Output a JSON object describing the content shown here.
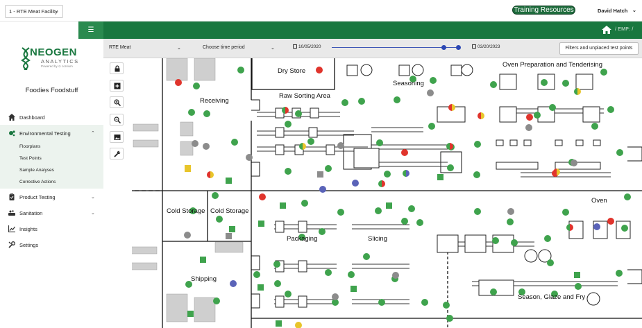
{
  "topbar": {
    "facility": "1 - RTE Meat Facility",
    "training_resources": "Training Resources",
    "user_name": "David Hatch"
  },
  "header": {
    "menu_icon": "hamburger-icon",
    "breadcrumb": "/   EMP:   /"
  },
  "sidebar": {
    "logo_word": "NEOGEN",
    "logo_sub": "ANALYTICS",
    "logo_tiny": "Powered by ⊙ corvium",
    "company": "Foodies Foodstuff",
    "nav": [
      {
        "label": "Dashboard",
        "icon": "home-icon"
      },
      {
        "label": "Environmental Testing",
        "icon": "microbe-icon"
      },
      {
        "label": "Product Testing",
        "icon": "clipboard-icon"
      },
      {
        "label": "Sanitation",
        "icon": "sanitation-icon"
      },
      {
        "label": "Insights",
        "icon": "chart-icon"
      },
      {
        "label": "Settings",
        "icon": "gear-icon"
      }
    ],
    "env_sub": [
      "Floorplans",
      "Test Points",
      "Sample Analyses",
      "Corrective Actions"
    ]
  },
  "toolbar": {
    "product_select": "RTE Meat",
    "period_select": "Choose time period",
    "start_date": "10/05/2020",
    "end_date": "03/20/2023",
    "slider_start_pct": 88,
    "slider_end_pct": 99,
    "filters_button": "Filters and unplaced test points"
  },
  "tools": [
    "lock-icon",
    "add-icon",
    "zoom-in-icon",
    "zoom-out-icon",
    "image-icon",
    "wrench-icon"
  ],
  "floorplan": {
    "rooms": [
      "Dry Store",
      "Raw Sorting Area",
      "Seasoning",
      "Oven Preparation and Tenderising",
      "Receiving",
      "Cold Storage",
      "Cold Storage",
      "Oven",
      "Packaging",
      "Slicing",
      "Shipping",
      "Season, Glaze and Fry"
    ],
    "colors": {
      "pass": "#3fa34d",
      "fail": "#e0342c",
      "pending": "#8c8c8c",
      "caution": "#e8c52b",
      "mixed": "#5a63b8"
    }
  }
}
